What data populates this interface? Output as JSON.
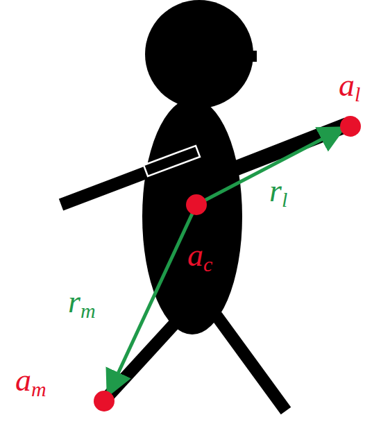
{
  "diagram": {
    "labels": [
      "al",
      "rl",
      "ac",
      "rm",
      "am"
    ]
  }
}
